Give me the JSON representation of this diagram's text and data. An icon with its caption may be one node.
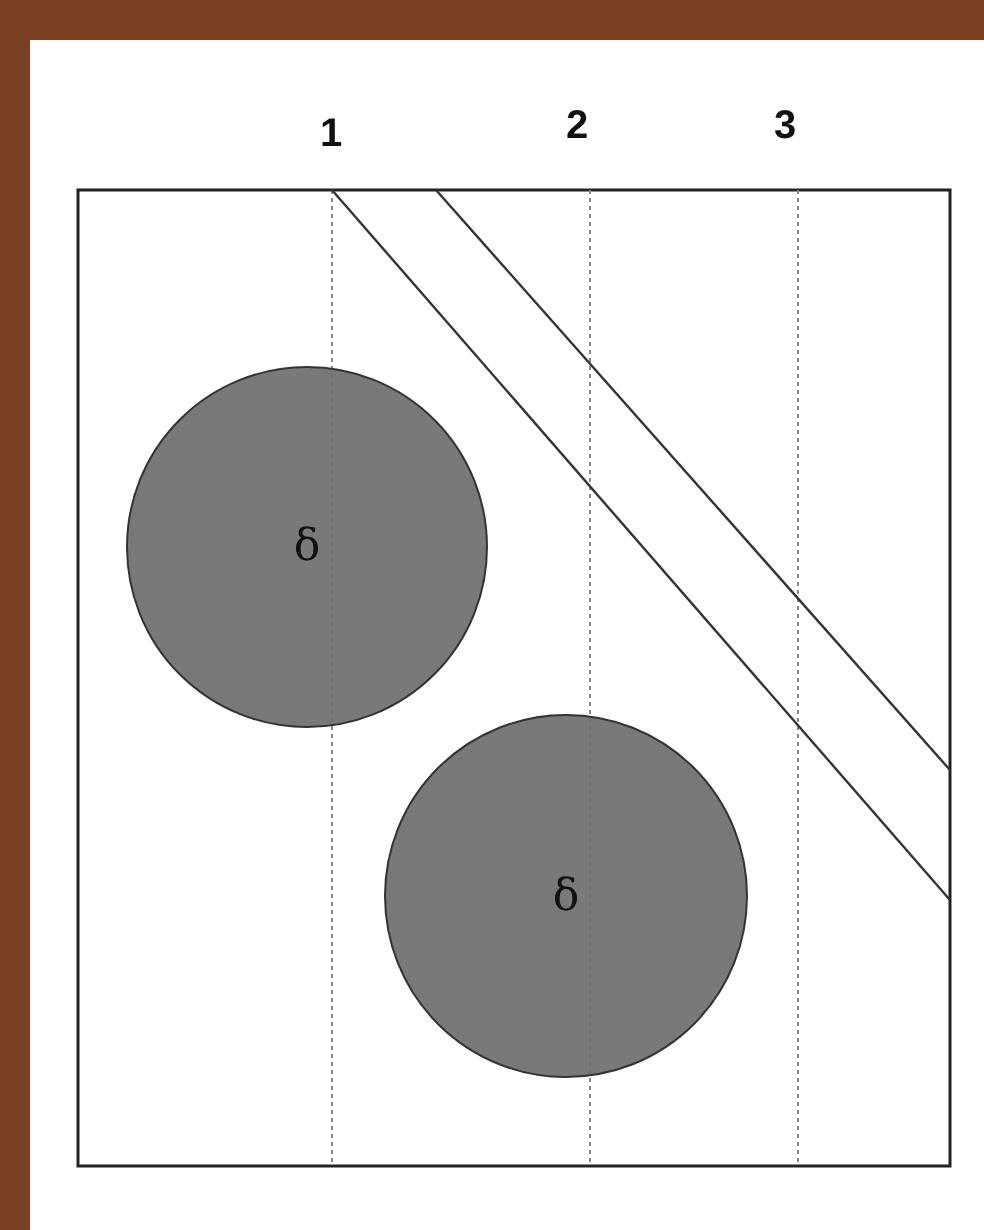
{
  "diagram": {
    "nodes": [
      {
        "text": [
          "δ"
        ]
      },
      {
        "text": [
          "δ"
        ]
      }
    ],
    "labels": [
      "1",
      "2",
      "3"
    ]
  }
}
